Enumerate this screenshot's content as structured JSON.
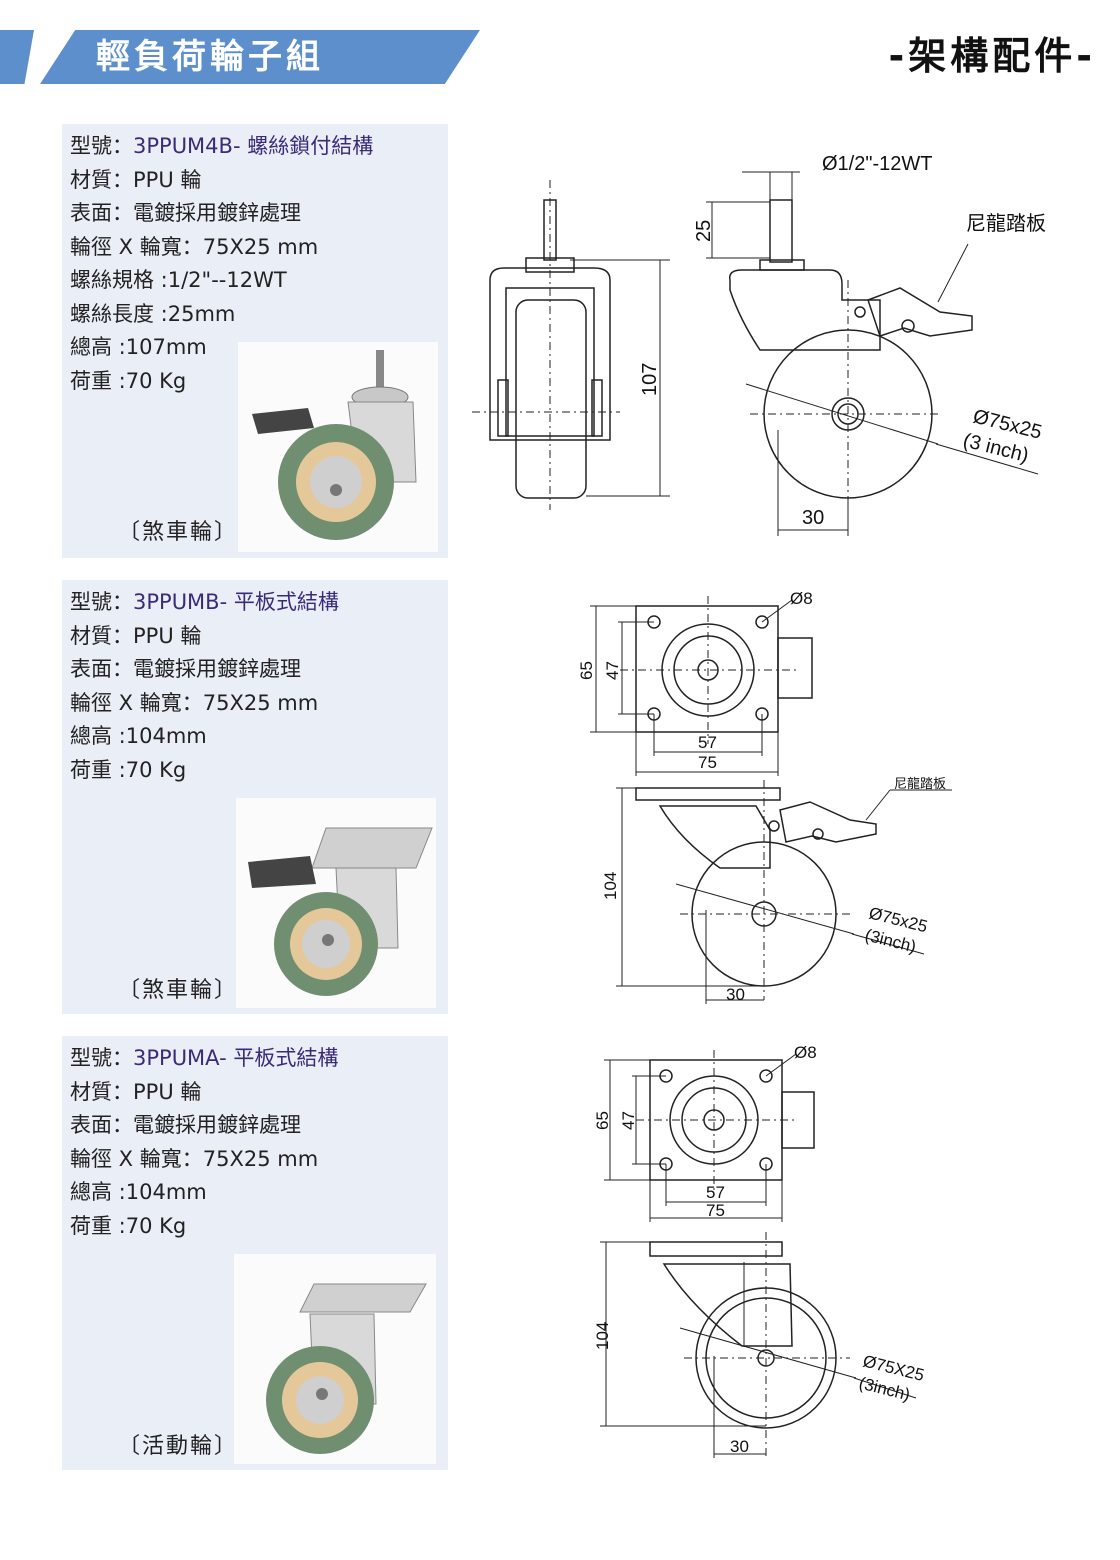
{
  "header": {
    "title": "輕負荷輪子組",
    "category": "-架構配件-"
  },
  "products": [
    {
      "model_label": "型號：",
      "model_value": "3PPUM4B- 螺絲鎖付結構",
      "specs": [
        "材質：PPU 輪",
        "表面：電鍍採用鍍鋅處理",
        "輪徑 X 輪寬：75X25 mm",
        "螺絲規格 :1/2\"--12WT",
        "螺絲長度 :25mm",
        "總高 :107mm",
        "荷重 :70 Kg"
      ],
      "caption": "〔煞車輪〕",
      "drawing": {
        "thread": "Ø1/2\"-12WT",
        "stem_length": "25",
        "height": "107",
        "pedal": "尼龍踏板",
        "wheel_dia": "Ø75x25",
        "wheel_inch": "(3 inch)",
        "offset": "30"
      }
    },
    {
      "model_label": "型號：",
      "model_value": "3PPUMB- 平板式結構",
      "specs": [
        "材質：PPU 輪",
        "表面：電鍍採用鍍鋅處理",
        "輪徑 X 輪寬：75X25 mm",
        "總高 :104mm",
        "荷重 :70 Kg"
      ],
      "caption": "〔煞車輪〕",
      "drawing": {
        "hole": "Ø8",
        "plate_outer": "65",
        "plate_inner": "47",
        "width_inner": "57",
        "width_outer": "75",
        "pedal": "尼龍踏板",
        "height": "104",
        "wheel_dia": "Ø75x25",
        "wheel_inch": "(3inch)",
        "offset": "30"
      }
    },
    {
      "model_label": "型號：",
      "model_value": "3PPUMA- 平板式結構",
      "specs": [
        "材質：PPU 輪",
        "表面：電鍍採用鍍鋅處理",
        "輪徑 X 輪寬：75X25 mm",
        "總高 :104mm",
        "荷重 :70 Kg"
      ],
      "caption": "〔活動輪〕",
      "drawing": {
        "hole": "Ø8",
        "plate_outer": "65",
        "plate_inner": "47",
        "width_inner": "57",
        "width_outer": "75",
        "height": "104",
        "wheel_dia": "Ø75X25",
        "wheel_inch": "(3inch)",
        "offset": "30"
      }
    }
  ]
}
